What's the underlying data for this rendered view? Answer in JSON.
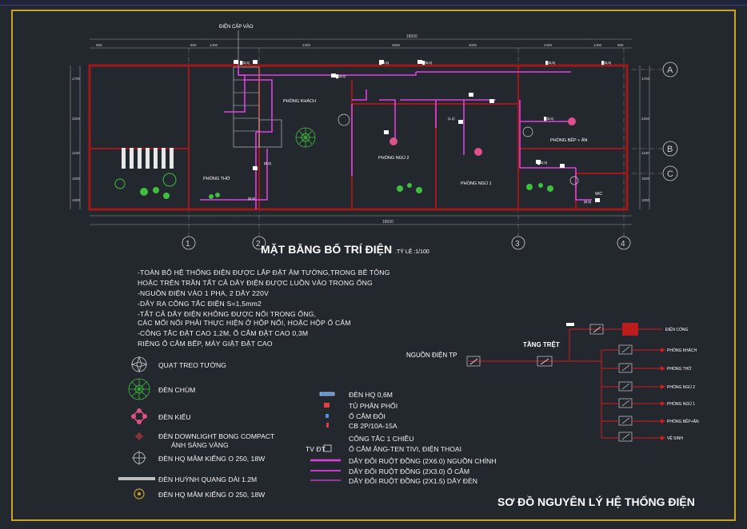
{
  "colors": {
    "background": "#23272e",
    "frame": "#c9a227",
    "wall": "#a01818",
    "wiring": "#e040e0",
    "single_line": "#d81b1b",
    "axis": "#bdbdbd",
    "text": "#f2f2f2"
  },
  "plan": {
    "power_entry_label": "ĐIỆN CẤP VÀO",
    "overall_dimension_top": "18000",
    "overall_dimension_bottom": "18500",
    "top_dimensions": [
      "900",
      "800",
      "1400",
      "2400",
      "3500",
      "4000",
      "2400",
      "1400",
      "900"
    ],
    "left_dimensions": [
      "1700",
      "2200",
      "1100",
      "1500",
      "1000"
    ],
    "right_dimensions": [
      "1700",
      "2200",
      "1100",
      "1500",
      "1000"
    ],
    "rooms": {
      "living": "PHÒNG KHÁCH",
      "bedroom2": "PHÒNG NGỦ 2",
      "kitchen": "PHÒNG BẾP + ĂN",
      "bedroom1": "PHÒNG NGỦ 1",
      "worship": "PHÒNG THỜ",
      "wc": "WC"
    },
    "grid_rows": [
      "A",
      "B",
      "C"
    ],
    "grid_cols": [
      "1",
      "2",
      "3",
      "4"
    ],
    "title": "MẶT BẰNG BỐ TRÍ ĐIỆN",
    "scale": ".TỶ LỆ :1/100"
  },
  "notes": [
    "-TOÀN BỘ HỆ THỐNG ĐIỆN ĐƯỢC LẮP ĐẶT ÂM TƯỜNG,TRONG BÊ TÔNG",
    "HOẶC TRÊN TRẦN TẤT CẢ DÂY ĐIỆN ĐƯỢC LUỒN VÀO TRONG ỐNG",
    "-NGUỒN ĐIỆN VÀO 1 PHA, 2 DÂY 220V",
    "-DÂY RA CÔNG TẮC ĐIỆN S=1,5mm2",
    "-TẤT CẢ DÂY ĐIỆN KHÔNG ĐƯỢC NỐI TRONG ỐNG,",
    "CÁC MỐI NỐI PHẢI THỰC HIỆN Ở HỘP NỐI, HOẶC HỘP Ổ CẮM",
    "-CÔNG TẮC ĐẶT CAO 1,2M,  Ổ CẮM ĐẶT CAO 0,3M",
    "  RIÊNG Ổ CẮM BẾP, MÁY GIẶT ĐẶT CAO"
  ],
  "legend_left": [
    {
      "icon": "ceiling-fan-icon",
      "label": "QUẠT TREO TƯỜNG"
    },
    {
      "icon": "chandelier-icon",
      "label": "ĐÈN CHÙM"
    },
    {
      "icon": "decorative-lamp-icon",
      "label": "ĐÈN KIỂU"
    },
    {
      "icon": "downlight-icon",
      "label": "ĐÈN DOWNLIGHT BONG COMPACT"
    },
    {
      "icon": "",
      "label": "ÁNH SÁNG VÀNG"
    },
    {
      "icon": "ceiling-lamp-icon",
      "label": "ĐÈN HQ MÂM KIẾNG O 250, 18W"
    },
    {
      "icon": "fluorescent-tube-icon",
      "label": "ĐÈN HUỲNH QUANG DÀI 1.2M"
    },
    {
      "icon": "round-lamp-icon",
      "label": "ĐÈN HQ MÂM KIẾNG O 250, 18W"
    }
  ],
  "legend_right": [
    {
      "icon": "hq-lamp-icon",
      "label": "ĐÈN HQ 0,6M"
    },
    {
      "icon": "distribution-box-icon",
      "label": "TỦ PHÂN PHỐI"
    },
    {
      "icon": "double-socket-icon",
      "label": "Ổ CẮM ĐÔI"
    },
    {
      "icon": "breaker-icon",
      "label": "CB 2P/10A-15A"
    },
    {
      "icon": "",
      "label": "CÔNG TẮC 1 CHIỀU"
    },
    {
      "icon": "tv-socket-icon",
      "label": "Ổ CẮM ĂNG-TEN TIVI, ĐIỆN THOẠI",
      "prefix": "TV ĐT"
    },
    {
      "icon": "wire-main-icon",
      "label": "DÂY ĐÔI  RUỘT ĐỒNG (2X6.0) NGUỒN CHÍNH"
    },
    {
      "icon": "wire-socket-icon",
      "label": "DÂY ĐÔI  RUỘT ĐỒNG (2X3.0) Ổ CẮM"
    },
    {
      "icon": "wire-light-icon",
      "label": "DÂY ĐÔI  RUỘT ĐỒNG (2X1.5) DÂY ĐÈN"
    }
  ],
  "single_line": {
    "source_label": "NGUỒN ĐIỆN TP",
    "floor_label": "TẦNG TRỆT",
    "top_branch_label": "ĐIỆN CỔNG",
    "branches": [
      "PHÒNG KHÁCH",
      "PHÒNG THỜ",
      "PHÒNG NGỦ 2",
      "PHÒNG NGỦ 1",
      "PHÒNG BẾP+ĂN",
      "VỆ SINH"
    ],
    "title": "SƠ ĐỒ NGUYÊN LÝ HỆ THỐNG ĐIỆN"
  }
}
